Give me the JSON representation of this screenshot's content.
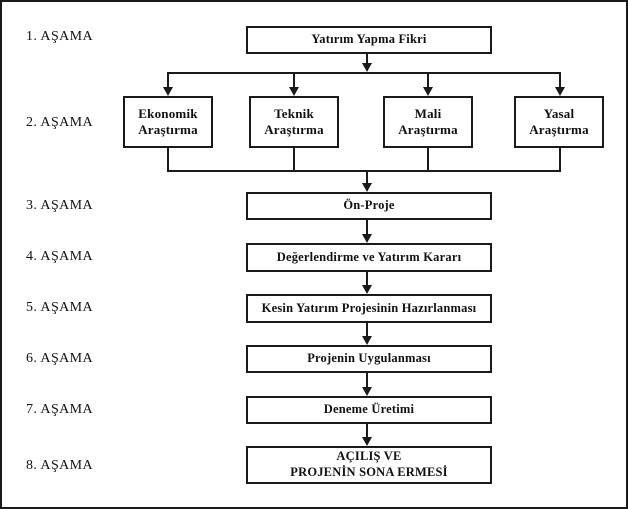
{
  "stages": [
    {
      "label": "1. AŞAMA"
    },
    {
      "label": "2. AŞAMA"
    },
    {
      "label": "3. AŞAMA"
    },
    {
      "label": "4. AŞAMA"
    },
    {
      "label": "5. AŞAMA"
    },
    {
      "label": "6. AŞAMA"
    },
    {
      "label": "7. AŞAMA"
    },
    {
      "label": "8. AŞAMA"
    }
  ],
  "boxes": {
    "b1": {
      "text": "Yatırım Yapma Fikri"
    },
    "r2a": {
      "text": "Ekonomik Araştırma"
    },
    "r2b": {
      "text": "Teknik Araştırma"
    },
    "r2c": {
      "text": "Mali Araştırma"
    },
    "r2d": {
      "text": "Yasal Araştırma"
    },
    "b3": {
      "text": "Ön-Proje"
    },
    "b4": {
      "text": "Değerlendirme ve Yatırım Kararı"
    },
    "b5": {
      "text": "Kesin Yatırım Projesinin Hazırlanması"
    },
    "b6": {
      "text": "Projenin Uygulanması"
    },
    "b7": {
      "text": "Deneme Üretimi"
    },
    "b8": {
      "line1": "AÇILIŞ VE",
      "line2": "PROJENİN SONA ERMESİ"
    }
  },
  "colors": {
    "line": "#1a1a1a",
    "background": "#ffffff",
    "text": "#111111"
  }
}
